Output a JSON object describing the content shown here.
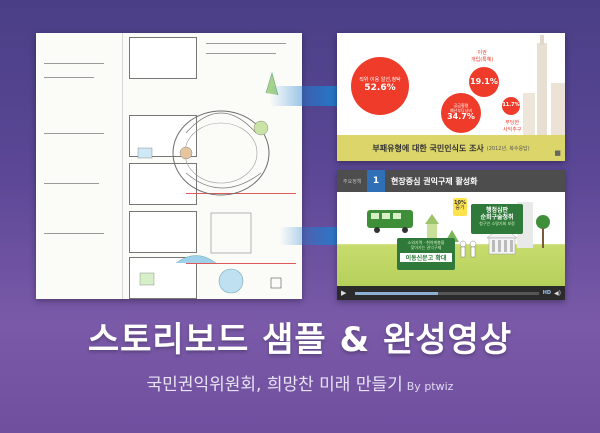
{
  "headline": "스토리보드 샘플 & 완성영상",
  "subline": {
    "title": "국민권익위원회, 희망찬 미래 만들기",
    "credit": "By ptwiz"
  },
  "frame_top": {
    "survey_title": "부패유형에 대한 국민인식도 조사",
    "survey_year": "(2012년, 복수응답)",
    "bubbles": [
      {
        "label": "직위 이용 알선,청탁",
        "value": "52.6%"
      },
      {
        "label": "",
        "value": "19.1%"
      },
      {
        "label": "공금횡령\n예산부당낭비",
        "value": "34.7%"
      },
      {
        "label": "",
        "value": "11.7%"
      }
    ],
    "small_labels": [
      "이권\n개입(특혜)",
      "부당한\n사익추구"
    ]
  },
  "frame_bottom": {
    "section_tag": "주요정책",
    "section_number": "1",
    "section_title": "현장중심 권익구제 활성화",
    "badge_top": "10%",
    "badge_bottom": "증가",
    "box_right_title": "행정심판\n순회구술청취",
    "box_right_sub": "청구인 소명기회 보장",
    "box_left_sub": "소외지역 · 취약계층을\n찾아가는 권익구제",
    "box_left_title": "이동신문고 확대",
    "progress": 0.45,
    "hd_label": "HD"
  },
  "colors": {
    "accent_red": "#ef3b2a",
    "arrow_blue": "#1f7fd1",
    "label_green": "#2f7a3a"
  }
}
